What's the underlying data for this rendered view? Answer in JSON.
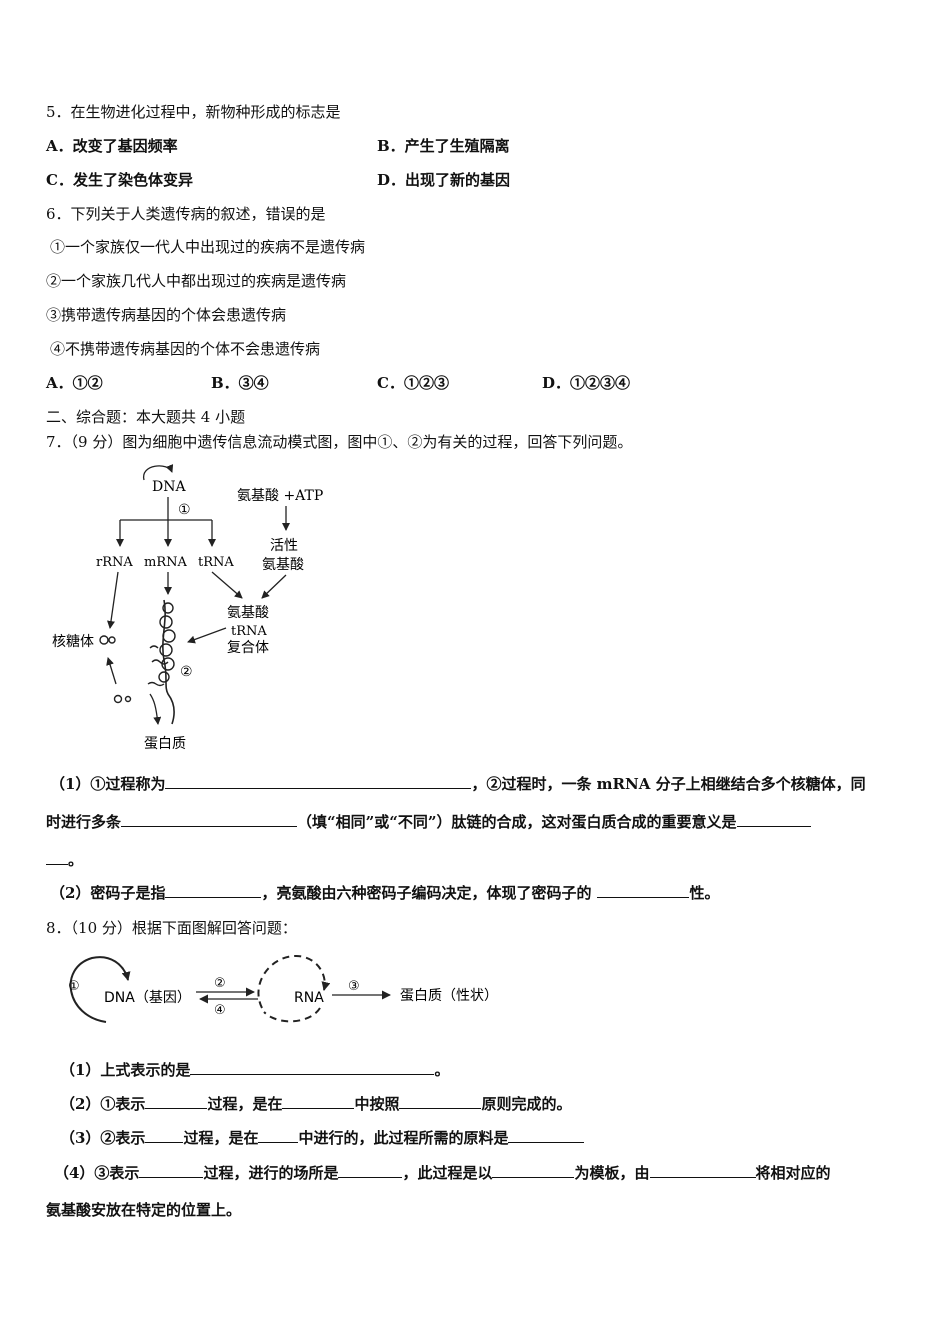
{
  "q5": {
    "stem": "5．在生物进化过程中，新物种形成的标志是",
    "options": [
      "A．改变了基因频率",
      "B．产生了生殖隔离",
      "C．发生了染色体变异",
      "D．出现了新的基因"
    ]
  },
  "q6": {
    "stem": "6．下列关于人类遗传病的叙述，错误的是",
    "items": [
      "①一个家族仅一代人中出现过的疾病不是遗传病",
      "②一个家族几代人中都出现过的疾病是遗传病",
      "③携带遗传病基因的个体会患遗传病",
      "④不携带遗传病基因的个体不会患遗传病"
    ],
    "options": [
      "A．①②",
      "B．③④",
      "C．①②③",
      "D．①②③④"
    ]
  },
  "section2": {
    "title": "二、综合题：本大题共 4 小题"
  },
  "q7": {
    "stem": "7．（9 分）图为细胞中遗传信息流动模式图，图中①、②为有关的过程，回答下列问题。",
    "diagram": {
      "dna": "DNA",
      "step1": "①",
      "step2": "②",
      "amino_atp": "氨基酸 +ATP",
      "active_amino_1": "活性",
      "active_amino_2": "氨基酸",
      "rrna": "rRNA",
      "mrna": "mRNA",
      "trna": "tRNA",
      "complex_1": "氨基酸",
      "complex_2": "tRNA",
      "complex_3": "复合体",
      "ribosome": "核糖体",
      "protein": "蛋白质"
    },
    "p1_a": "（1）①过程称为",
    "p1_b": "，②过程时，一条 mRNA 分子上相继结合多个核糖体，同",
    "p1_c": "时进行多条",
    "p1_d": "（填“相同”或“不同”）肽链的合成，这对蛋白质合成的重要意义是",
    "p1_e": "。",
    "p2_a": "（2）密码子是指",
    "p2_b": "，亮氨酸由六种密码子编码决定，体现了密码子的",
    "p2_c": "性。"
  },
  "q8": {
    "stem": "8．（10 分）根据下面图解回答问题：",
    "diagram": {
      "c1": "①",
      "c2": "②",
      "c3": "③",
      "c4": "④",
      "dna": "DNA（基因）",
      "rna": "RNA",
      "protein": "蛋白质（性状）"
    },
    "s1_a": "（1）上式表示的是",
    "s1_b": "。",
    "s2_a": "（2）①表示",
    "s2_b": "过程，是在",
    "s2_c": "中按照",
    "s2_d": "原则完成的。",
    "s3_a": "（3）②表示",
    "s3_b": "过程，是在",
    "s3_c": "中进行的，此过程所需的原料是",
    "s4_a": "（4）③表示",
    "s4_b": "过程，进行的场所是",
    "s4_c": "，此过程是以",
    "s4_d": "为模板，由",
    "s4_e": "将相对应的",
    "s4_f": "氨基酸安放在特定的位置上。"
  }
}
